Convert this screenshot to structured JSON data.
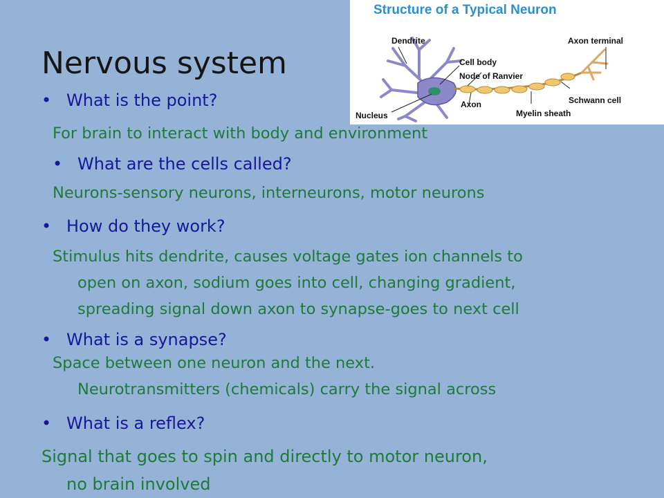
{
  "slide": {
    "title": "Nervous system",
    "bullet_glyph": "•",
    "items": [
      {
        "q": "What is the point?",
        "a": [
          "For brain to interact with body and environment"
        ]
      },
      {
        "q": "What are the cells called?",
        "a": [
          "Neurons-sensory neurons, interneurons, motor neurons"
        ]
      },
      {
        "q": "How do they work?",
        "a": [
          "Stimulus hits dendrite, causes voltage gates ion channels to",
          "open on axon, sodium goes into cell, changing gradient,",
          "spreading signal down axon to synapse-goes to next cell"
        ]
      },
      {
        "q": "What is a synapse?",
        "a": [
          "Space between one neuron and the next.",
          "Neurotransmitters (chemicals) carry the signal across"
        ]
      },
      {
        "q": "What is a reflex?",
        "a": [
          "Signal that goes to spin and directly to motor neuron,",
          "no brain involved"
        ]
      }
    ]
  },
  "figure": {
    "title": "Structure of a Typical Neuron",
    "labels": {
      "dendrite": "Dendrite",
      "cell_body": "Cell body",
      "node": "Node of Ranvier",
      "axon_terminal": "Axon terminal",
      "axon": "Axon",
      "schwann": "Schwann cell",
      "myelin": "Myelin sheath",
      "nucleus": "Nucleus"
    },
    "colors": {
      "dendrite": "#8d88c9",
      "myelin": "#f2c66d",
      "title": "#2a8fcf"
    }
  }
}
